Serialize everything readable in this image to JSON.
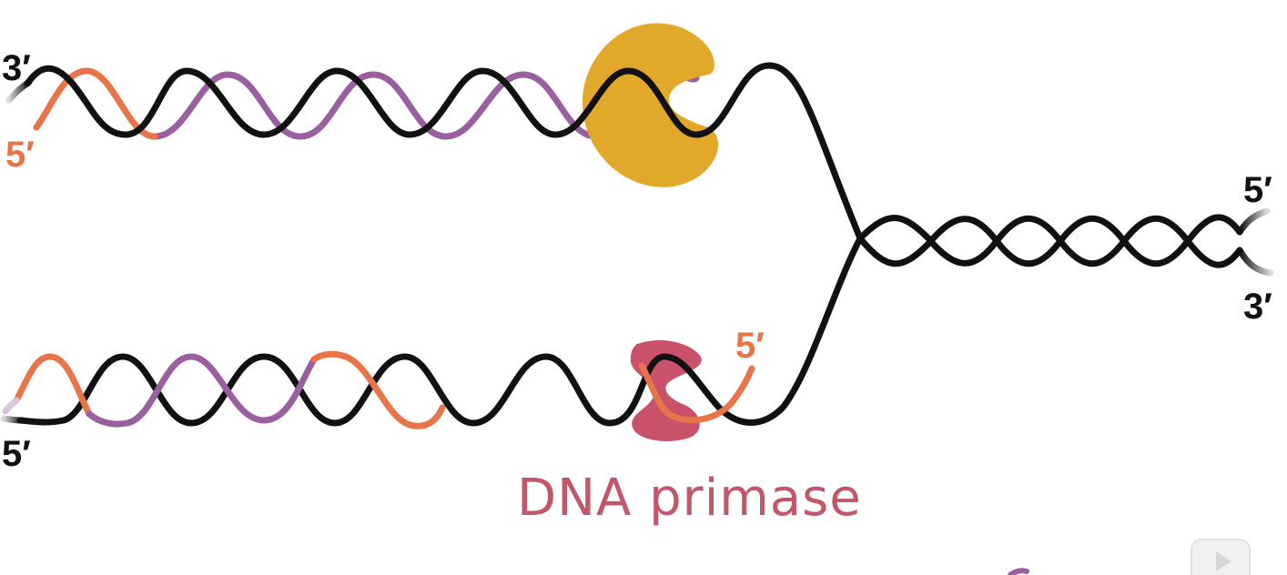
{
  "labels": {
    "top_left_black": "3′",
    "top_left_orange": "5′",
    "right_top": "5′",
    "right_bottom": "3′",
    "bottom_left": "5′",
    "primer_tip": "5′",
    "enzyme_name": "DNA primase"
  },
  "colors": {
    "strand": "#111111",
    "rna_primer": "#e8744a",
    "new_dna": "#9a5fa0",
    "polymerase": "#e2a82a",
    "primase": "#c9526a",
    "primase_label": "#c2566a"
  },
  "icons": {
    "polymerase": "dna-polymerase-icon",
    "primase": "dna-primase-icon",
    "play": "play-icon"
  }
}
